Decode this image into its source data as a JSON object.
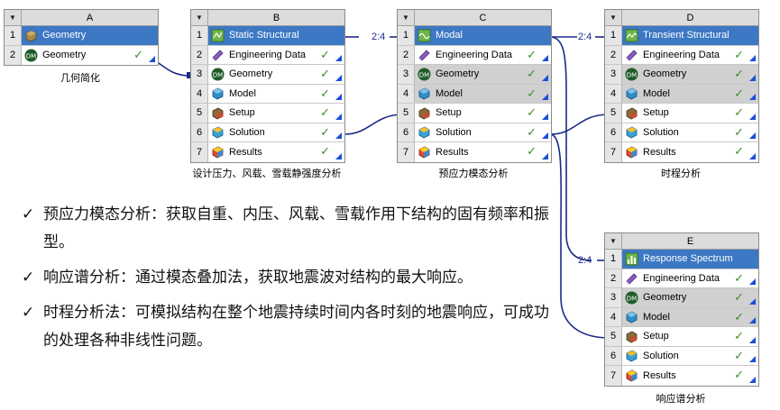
{
  "systems": [
    {
      "letter": "A",
      "caption": "几何简化",
      "rows": [
        {
          "num": "1",
          "label": "Geometry",
          "icon": "geometry-box-icon",
          "status": "none"
        },
        {
          "num": "2",
          "label": "Geometry",
          "icon": "dm-geometry-icon",
          "status": "check"
        }
      ]
    },
    {
      "letter": "B",
      "caption": "设计压力、风载、雪载静强度分析",
      "rows": [
        {
          "num": "1",
          "label": "Static Structural",
          "icon": "static-structural-icon",
          "status": "none"
        },
        {
          "num": "2",
          "label": "Engineering Data",
          "icon": "engineering-data-icon",
          "status": "check"
        },
        {
          "num": "3",
          "label": "Geometry",
          "icon": "dm-geometry-icon",
          "status": "check"
        },
        {
          "num": "4",
          "label": "Model",
          "icon": "model-icon",
          "status": "check"
        },
        {
          "num": "5",
          "label": "Setup",
          "icon": "setup-icon",
          "status": "check"
        },
        {
          "num": "6",
          "label": "Solution",
          "icon": "solution-icon",
          "status": "check"
        },
        {
          "num": "7",
          "label": "Results",
          "icon": "results-icon",
          "status": "check"
        }
      ]
    },
    {
      "letter": "C",
      "caption": "预应力模态分析",
      "rows": [
        {
          "num": "1",
          "label": "Modal",
          "icon": "modal-icon",
          "status": "none"
        },
        {
          "num": "2",
          "label": "Engineering Data",
          "icon": "engineering-data-icon",
          "status": "check"
        },
        {
          "num": "3",
          "label": "Geometry",
          "icon": "dm-geometry-icon",
          "status": "check"
        },
        {
          "num": "4",
          "label": "Model",
          "icon": "model-icon",
          "status": "check"
        },
        {
          "num": "5",
          "label": "Setup",
          "icon": "setup-icon",
          "status": "check"
        },
        {
          "num": "6",
          "label": "Solution",
          "icon": "solution-icon",
          "status": "check"
        },
        {
          "num": "7",
          "label": "Results",
          "icon": "results-icon",
          "status": "check"
        }
      ]
    },
    {
      "letter": "D",
      "caption": "时程分析",
      "rows": [
        {
          "num": "1",
          "label": "Transient Structural",
          "icon": "transient-structural-icon",
          "status": "none"
        },
        {
          "num": "2",
          "label": "Engineering Data",
          "icon": "engineering-data-icon",
          "status": "check"
        },
        {
          "num": "3",
          "label": "Geometry",
          "icon": "dm-geometry-icon",
          "status": "check"
        },
        {
          "num": "4",
          "label": "Model",
          "icon": "model-icon",
          "status": "check"
        },
        {
          "num": "5",
          "label": "Setup",
          "icon": "setup-icon",
          "status": "check"
        },
        {
          "num": "6",
          "label": "Solution",
          "icon": "solution-icon",
          "status": "check"
        },
        {
          "num": "7",
          "label": "Results",
          "icon": "results-icon",
          "status": "check"
        }
      ]
    },
    {
      "letter": "E",
      "caption": "响应谱分析",
      "rows": [
        {
          "num": "1",
          "label": "Response Spectrum",
          "icon": "response-spectrum-icon",
          "status": "none"
        },
        {
          "num": "2",
          "label": "Engineering Data",
          "icon": "engineering-data-icon",
          "status": "check"
        },
        {
          "num": "3",
          "label": "Geometry",
          "icon": "dm-geometry-icon",
          "status": "check"
        },
        {
          "num": "4",
          "label": "Model",
          "icon": "model-icon",
          "status": "check"
        },
        {
          "num": "5",
          "label": "Setup",
          "icon": "setup-icon",
          "status": "check"
        },
        {
          "num": "6",
          "label": "Solution",
          "icon": "solution-icon",
          "status": "check"
        },
        {
          "num": "7",
          "label": "Results",
          "icon": "results-icon",
          "status": "check"
        }
      ]
    }
  ],
  "link_labels": {
    "b_to_c": "2:4",
    "c_to_d": "2:4",
    "c_to_e": "2:4"
  },
  "description": [
    {
      "bullet": "✓",
      "text": "预应力模态分析：获取自重、内压、风载、雪载作用下结构的固有频率和振型。"
    },
    {
      "bullet": "✓",
      "text": "响应谱分析：通过模态叠加法，获取地震波对结构的最大响应。"
    },
    {
      "bullet": "✓",
      "text": "时程分析法：可模拟结构在整个地震持续时间内各时刻的地震响应，可成功的处理各种非线性问题。"
    }
  ],
  "colors": {
    "selected": "#3c78c3",
    "link_line": "#1c2a8a",
    "check": "#3c8c2a",
    "triangle": "#1a4fd6"
  }
}
